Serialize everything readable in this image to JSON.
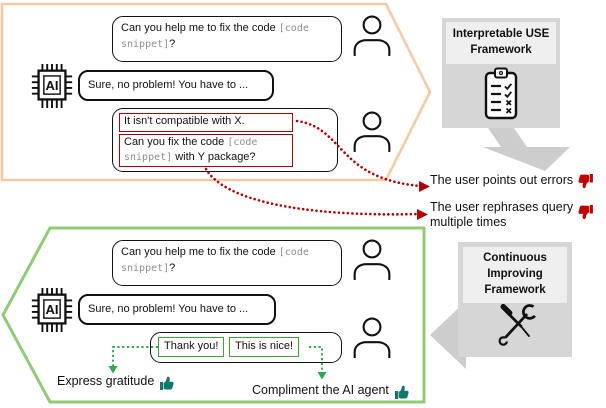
{
  "palette": {
    "peach_border": "#F6C9A5",
    "green_border": "#90CB76",
    "accent_red": "#B00008",
    "accent_green": "#3EA33A",
    "thumb_red": "#C00000",
    "thumb_teal": "#12766B",
    "gray_box": "#D6D6D6",
    "gray_inset": "#EFEFEF",
    "gray_arrow": "#CDCDCD",
    "code_gray": "#8D8D8D"
  },
  "icons": {
    "user": "person-icon",
    "agent": "ai-chip-icon",
    "checklist": "clipboard-checklist-icon",
    "tools": "crossed-tools-icon",
    "negative": "thumbs-down-icon",
    "positive": "thumbs-up-icon"
  },
  "top_panel": {
    "user_msg1": {
      "text": "Can you help me to fix the code ",
      "code": "[code snippet]",
      "tail": "?"
    },
    "ai_chip_label": "AI",
    "ai_msg": "Sure, no problem! You have to ...",
    "highlight1": "It isn't compatible with X.",
    "highlight2": {
      "text": "Can you fix the code ",
      "code": "[code snippet]",
      "tail": " with Y package?"
    }
  },
  "annotations": {
    "framework1": "Interpretable USE Framework",
    "note1": "The user points out errors",
    "note2": "The user rephrases query multiple times",
    "framework2": "Continuous Improving Framework"
  },
  "bottom_panel": {
    "user_msg1": {
      "text": "Can you help me to fix the code ",
      "code": "[code snippet]",
      "tail": "?"
    },
    "ai_chip_label": "AI",
    "ai_msg": "Sure, no problem! You have to ...",
    "feedback1": "Thank you!",
    "feedback2": "This is nice!",
    "label1": "Express gratitude",
    "label2": "Compliment the AI agent"
  }
}
